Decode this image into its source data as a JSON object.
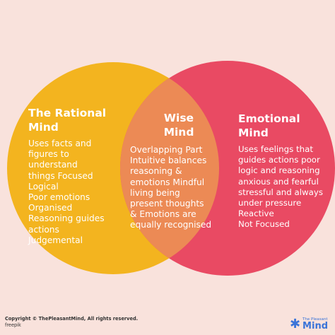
{
  "colors": {
    "background": "#f9e2dc",
    "rational": "#f3b41f",
    "emotional": "#e94a63",
    "overlap": "#ec8a55",
    "text": "#ffffff"
  },
  "rational": {
    "title": "The Rational\nMind",
    "body": "Uses facts and\nfigures to\nunderstand\nthings Focused\nLogical\nPoor emotions\nOrganised\nReasoning guides\nactions\nJudgemental"
  },
  "wise": {
    "title": "Wise\nMind",
    "body": "Overlapping Part\nIntuitive balances\nreasoning &\nemotions Mindful\nliving being\npresent thoughts\n& Emotions are\nequally recognised"
  },
  "emotional": {
    "title": "Emotional\nMind",
    "body": "Uses feelings that\nguides actions poor\nlogic and reasoning\nanxious and fearful\nstressful and always\nunder pressure\nReactive\nNot Focused"
  },
  "footer": {
    "copyright": "Copyright © ThePleasantMind, All rights reserved.",
    "credit": "freepik"
  },
  "logo": {
    "small": "The Pleasant",
    "big": "Mind",
    "icon": "star-icon"
  }
}
